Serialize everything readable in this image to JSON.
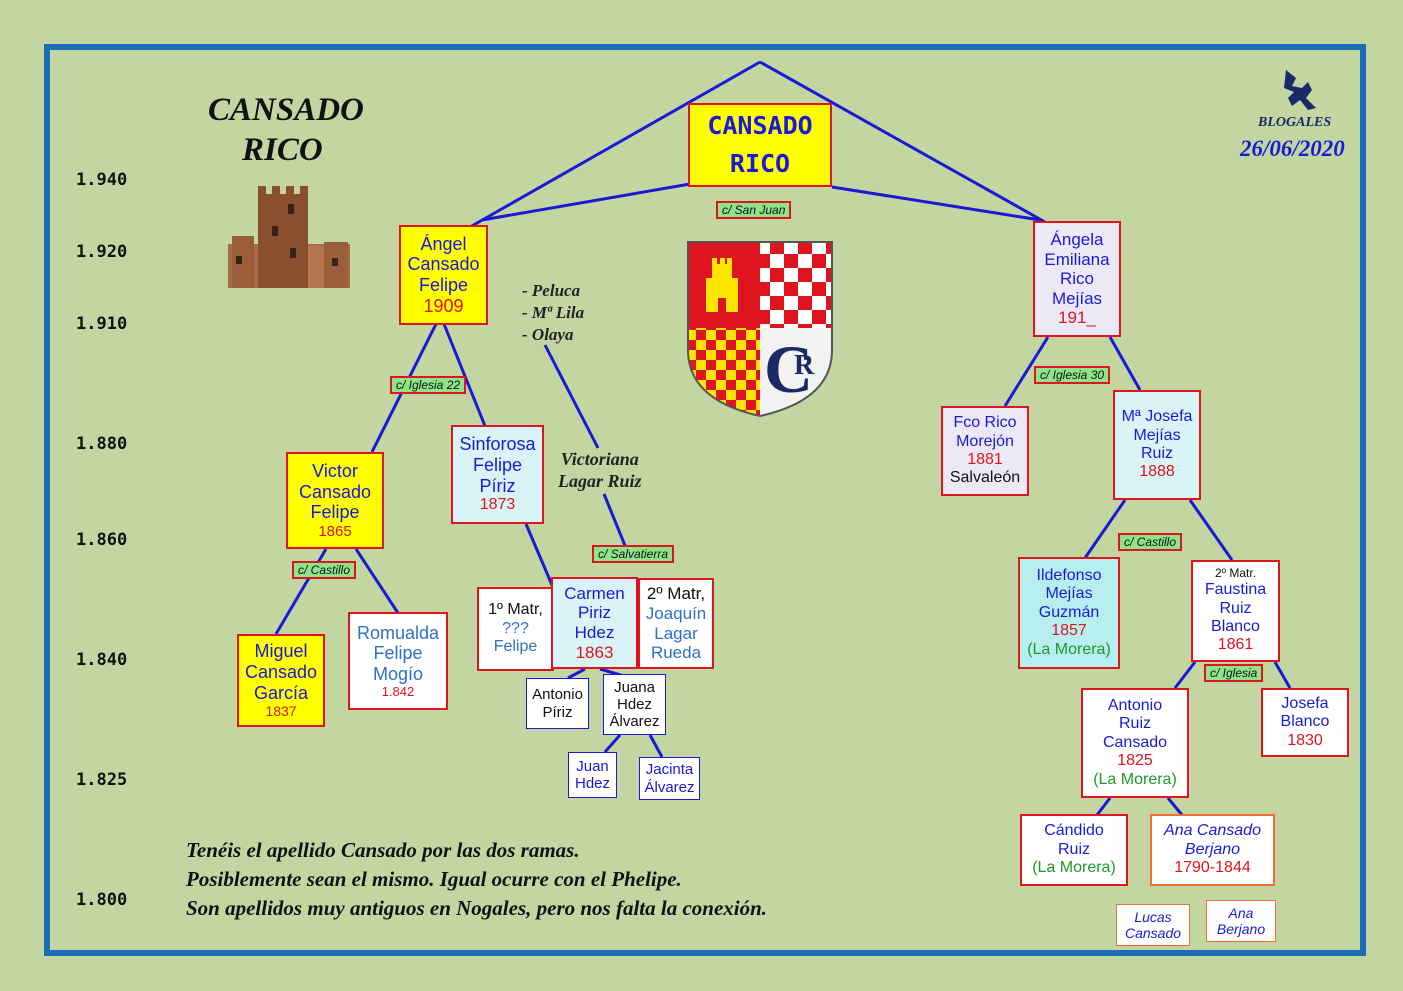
{
  "title": {
    "line1": "CANSADO",
    "line2": "RICO"
  },
  "main_box": {
    "line1": "CANSADO",
    "line2": "RICO"
  },
  "brand": {
    "name": "BLOGALES",
    "date": "26/06/2020"
  },
  "years": [
    "1.940",
    "1.920",
    "1.910",
    "1.880",
    "1.860",
    "1.840",
    "1.825",
    "1.800"
  ],
  "nicknames": [
    "- Peluca",
    "- Mª Lila",
    "- Olaya"
  ],
  "victoriana": {
    "line1": "Victoriana",
    "line2": "Lagar Ruiz"
  },
  "tags": {
    "san_juan": "c/  San Juan",
    "iglesia22": "c/  Iglesia 22",
    "iglesia30": "c/  Iglesia 30",
    "castillo_left": "c/ Castillo",
    "salvatierra": "c/  Salvatierra",
    "castillo_right": "c/  Castillo",
    "iglesia": "c/  Iglesia"
  },
  "people": {
    "angel": {
      "l1": "Ángel",
      "l2": "Cansado",
      "l3": "Felipe",
      "year": "1909"
    },
    "angela": {
      "l1": "Ángela",
      "l2": "Emiliana",
      "l3": "Rico",
      "l4": "Mejías",
      "year": "191_"
    },
    "victor": {
      "l1": "Victor",
      "l2": "Cansado",
      "l3": "Felipe",
      "year": "1865"
    },
    "sinforosa": {
      "l1": "Sinforosa",
      "l2": "Felipe",
      "l3": "Píriz",
      "year": "1873"
    },
    "miguel": {
      "l1": "Miguel",
      "l2": "Cansado",
      "l3": "García",
      "year": "1837"
    },
    "romualda": {
      "l1": "Romualda",
      "l2": "Felipe",
      "l3": "Mogío",
      "year": "1.842"
    },
    "matr1": {
      "l1": "1º Matr,",
      "l2": "???",
      "l3": "Felipe"
    },
    "carmen": {
      "l1": "Carmen",
      "l2": "Piriz",
      "l3": "Hdez",
      "year": "1863"
    },
    "matr2": {
      "l1": "2º Matr,",
      "l2": "Joaquín",
      "l3": "Lagar",
      "l4": "Rueda"
    },
    "antonio_piriz": {
      "l1": "Antonio",
      "l2": "Píriz"
    },
    "juana": {
      "l1": "Juana",
      "l2": "Hdez",
      "l3": "Álvarez"
    },
    "juan": {
      "l1": "Juan",
      "l2": "Hdez"
    },
    "jacinta": {
      "l1": "Jacinta",
      "l2": "Álvarez"
    },
    "fco": {
      "l1": "Fco Rico",
      "l2": "Morejón",
      "year": "1881",
      "place": "Salvaleón"
    },
    "mjosefa": {
      "l1": "Mª Josefa",
      "l2": "Mejías",
      "l3": "Ruiz",
      "year": "1888"
    },
    "ildefonso": {
      "l1": "Ildefonso",
      "l2": "Mejías",
      "l3": "Guzmán",
      "year": "1857",
      "place": "(La Morera)"
    },
    "faustina": {
      "l0": "2º Matr.",
      "l1": "Faustina",
      "l2": "Ruiz",
      "l3": "Blanco",
      "year": "1861"
    },
    "antonio_ruiz": {
      "l1": "Antonio",
      "l2": "Ruiz",
      "l3": "Cansado",
      "year": "1825",
      "place": "(La Morera)"
    },
    "josefa": {
      "l1": "Josefa",
      "l2": "Blanco",
      "year": "1830"
    },
    "candido": {
      "l1": "Cándido",
      "l2": "Ruiz",
      "place": "(La Morera)"
    },
    "ana_cansado": {
      "l1": "Ana Cansado",
      "l2": "Berjano",
      "year": "1790-1844"
    },
    "lucas": {
      "l1": "Lucas",
      "l2": "Cansado"
    },
    "ana_berjano": {
      "l1": "Ana",
      "l2": "Berjano"
    }
  },
  "closing": [
    "Tenéis el apellido Cansado por las dos ramas.",
    "Posiblemente sean el mismo. Igual ocurre con el Phelipe.",
    "Son apellidos muy antiguos en Nogales, pero nos falta la conexión."
  ],
  "colors": {
    "frame": "#1c6db5",
    "line": "#1a1ad6",
    "box_border": "#e0141e",
    "yellow": "#ffff00",
    "tag_green": "#8fe48a",
    "background": "#c3d6a2"
  }
}
